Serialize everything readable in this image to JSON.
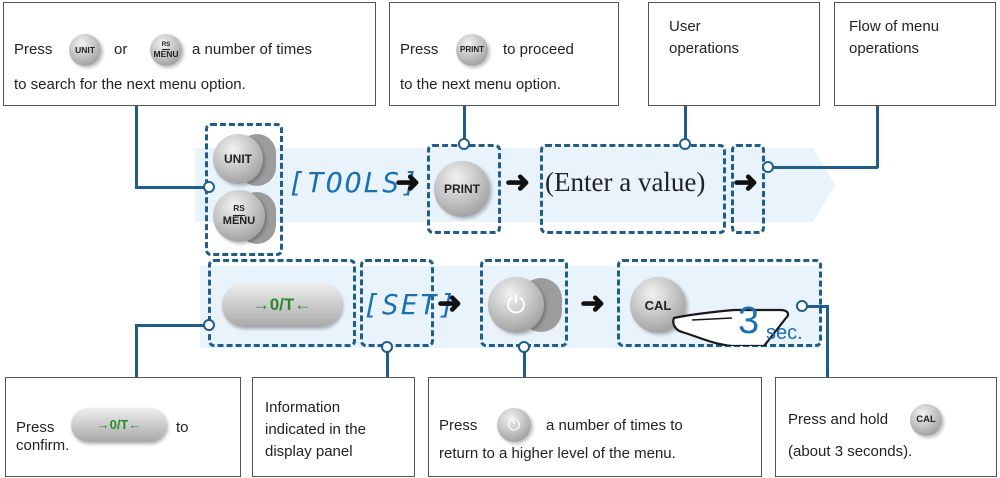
{
  "callouts": {
    "top_left": {
      "press": "Press",
      "unit": "UNIT",
      "or": "or",
      "rs": "RS",
      "menu": "MENU",
      "rest": "a number of times",
      "line2": "to search for the next menu option."
    },
    "top_print": {
      "press": "Press",
      "print": "PRINT",
      "rest": "to proceed",
      "line2": "to the next menu option."
    },
    "user_ops": {
      "line1": "User",
      "line2": "operations"
    },
    "flow_ops": {
      "line1": "Flow of menu",
      "line2": "operations"
    },
    "bottom_confirm": {
      "press": "Press",
      "zero": "→0/T←",
      "to": "to",
      "line2": "confirm."
    },
    "bottom_info": {
      "line1": "Information",
      "line2": "indicated in the",
      "line3": "display panel"
    },
    "bottom_power": {
      "press": "Press",
      "rest": "a number of times to",
      "line2": "return to a higher level of the menu."
    },
    "bottom_cal": {
      "line1": "Press and hold",
      "cal": "CAL",
      "line2": "(about 3 seconds)."
    }
  },
  "diagram": {
    "unit_btn": "UNIT",
    "rs_btn": "RS",
    "menu_btn": "MENU",
    "tools_lcd": "[TOOLS]",
    "print_btn": "PRINT",
    "enter_value": "(Enter a value)",
    "zero_btn": "→0/T←",
    "set_lcd": "[SET]",
    "power_icon": "⏻",
    "cal_btn": "CAL",
    "hold_seconds": "3",
    "sec_label": "sec."
  },
  "colors": {
    "band": "#e9f3fb",
    "dash": "#1f5d8c",
    "lcd": "#1b6fb3",
    "zero_text": "#2a8a2a"
  }
}
